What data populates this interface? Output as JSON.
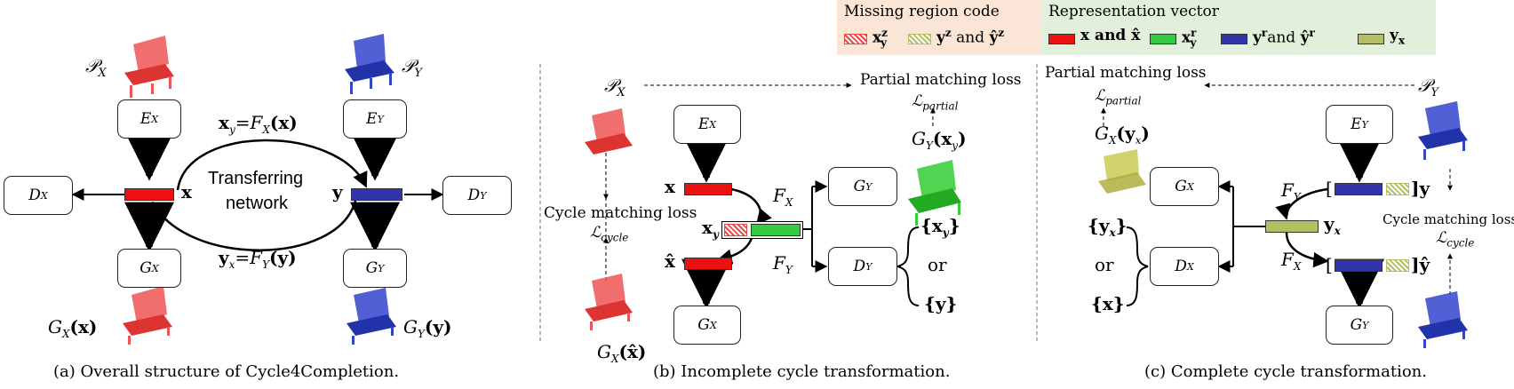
{
  "colors": {
    "red": "#ee1111",
    "green": "#33cc44",
    "blue": "#3333aa",
    "olive": "#b4bf63",
    "legend_missing_bg": "#fbe5d6",
    "legend_rep_bg": "#e2efda",
    "chair_red": "#ee5555",
    "chair_blue": "#3344cc",
    "chair_green": "#33cc33",
    "chair_yellow": "#c8c84a"
  },
  "legend_missing": {
    "title": "Missing region code",
    "item1": "x",
    "item1_sup": "z",
    "item1_sub": "y",
    "item2": "y",
    "item2_sup": "z",
    "item2_mid": " and ",
    "item2_b": "ŷ",
    "item2_b_sup": "z"
  },
  "legend_rep": {
    "title": "Representation vector",
    "item1": "x and x̂",
    "item2": "x",
    "item2_sup": "r",
    "item2_sub": "y",
    "item3": "y",
    "item3_sup": "r",
    "item3_mid": "and ",
    "item3_b": "ŷ",
    "item3_b_sup": "r",
    "item4": "y",
    "item4_sub": "x"
  },
  "panel_a": {
    "caption": "(a) Overall structure of Cycle4Completion.",
    "px": "𝒫",
    "px_sub": "X",
    "py": "𝒫",
    "py_sub": "Y",
    "ex": "E",
    "ex_sub": "X",
    "ey": "E",
    "ey_sub": "Y",
    "dx": "D",
    "dx_sub": "X",
    "dy": "D",
    "dy_sub": "Y",
    "gx": "G",
    "gx_sub": "X",
    "gy": "G",
    "gy_sub": "Y",
    "x_label": "x",
    "y_label": "y",
    "transfer_1": "Transferring",
    "transfer_2": "network",
    "xy_eq_a": "x",
    "xy_eq_sub": "y",
    "xy_eq_b": "=",
    "xy_eq_f": "F",
    "xy_eq_fsub": "X",
    "xy_eq_arg": "(x)",
    "yx_eq_a": "y",
    "yx_eq_sub": "x",
    "yx_eq_b": "=",
    "yx_eq_f": "F",
    "yx_eq_fsub": "Y",
    "yx_eq_arg": "(y)",
    "gxx": "G",
    "gxx_sub": "X",
    "gxx_arg": "(x)",
    "gyy": "G",
    "gyy_sub": "Y",
    "gyy_arg": "(y)"
  },
  "panel_b": {
    "caption": "(b) Incomplete cycle transformation.",
    "px": "𝒫",
    "px_sub": "X",
    "partial_loss": "Partial matching loss",
    "l_partial": "ℒ",
    "l_partial_sub": "partial",
    "cycle_loss": "Cycle matching loss",
    "l_cycle": "ℒ",
    "l_cycle_sub": "cycle",
    "ex": "E",
    "ex_sub": "X",
    "gy_top": "G",
    "gy_top_sub": "Y",
    "dy": "D",
    "dy_sub": "Y",
    "gx": "G",
    "gx_sub": "X",
    "x_label": "x",
    "xy_label": "x",
    "xy_sub": "y",
    "xhat_label": "x̂",
    "fx": "F",
    "fx_sub": "X",
    "fy": "F",
    "fy_sub": "Y",
    "gyxy": "G",
    "gyxy_sub": "Y",
    "gyxy_arg_a": "(x",
    "gyxy_arg_sub": "y",
    "gyxy_arg_b": ")",
    "set1_a": "{x",
    "set1_sub": "y",
    "set1_b": "}",
    "or": "or",
    "set2": "{y}",
    "gxxhat": "G",
    "gxxhat_sub": "X",
    "gxxhat_arg": "(x̂)"
  },
  "panel_c": {
    "caption": "(c) Complete cycle transformation.",
    "py": "𝒫",
    "py_sub": "Y",
    "partial_loss": "Partial matching loss",
    "l_partial": "ℒ",
    "l_partial_sub": "partial",
    "cycle_loss": "Cycle matching loss",
    "l_cycle": "ℒ",
    "l_cycle_sub": "cycle",
    "ey": "E",
    "ey_sub": "Y",
    "gx": "G",
    "gx_sub": "X",
    "dx": "D",
    "dx_sub": "X",
    "gy": "G",
    "gy_sub": "Y",
    "fy": "F",
    "fy_sub": "Y",
    "fx": "F",
    "fx_sub": "X",
    "yx_label": "y",
    "yx_sub": "x",
    "bracket_open": "[",
    "bracket_close_y": "]y",
    "bracket_close_yhat": "]ŷ",
    "gxyx": "G",
    "gxyx_sub": "X",
    "gxyx_arg_a": "(y",
    "gxyx_arg_sub": "x",
    "gxyx_arg_b": ")",
    "set1_a": "{y",
    "set1_sub": "x",
    "set1_b": "}",
    "or": "or",
    "set2": "{x}"
  }
}
